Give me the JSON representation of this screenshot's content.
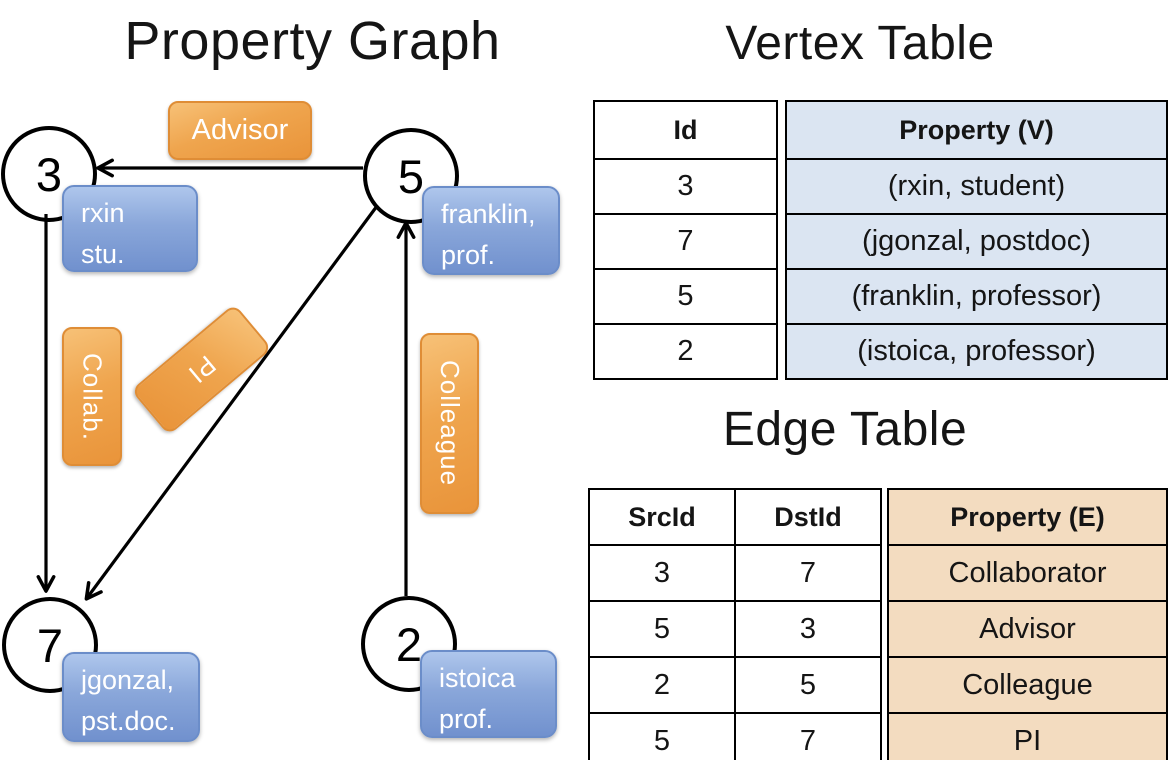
{
  "titles": {
    "graph": "Property Graph",
    "vertex_table": "Vertex Table",
    "edge_table": "Edge Table"
  },
  "colors": {
    "edge_label_orange": "#ED9C40",
    "vertex_label_blue": "#7B9CD6",
    "vertex_property_cell_bg": "#DBE5F2",
    "edge_property_cell_bg": "#F3DCC0",
    "line_black": "#000000"
  },
  "graph": {
    "nodes": [
      {
        "id": "3",
        "property_lines": [
          "rxin",
          "stu."
        ]
      },
      {
        "id": "5",
        "property_lines": [
          "franklin,",
          "prof."
        ]
      },
      {
        "id": "7",
        "property_lines": [
          "jgonzal,",
          "pst.doc."
        ]
      },
      {
        "id": "2",
        "property_lines": [
          "istoica",
          "prof."
        ]
      }
    ],
    "edges": [
      {
        "label": "Advisor",
        "from": "5",
        "to": "3"
      },
      {
        "label": "Collab.",
        "from": "3",
        "to": "7"
      },
      {
        "label": "PI",
        "from": "5",
        "to": "7"
      },
      {
        "label": "Colleague",
        "from": "2",
        "to": "5"
      }
    ]
  },
  "vertex_table": {
    "headers": {
      "id": "Id",
      "property": "Property (V)"
    },
    "rows": [
      {
        "id": "3",
        "property": "(rxin, student)"
      },
      {
        "id": "7",
        "property": "(jgonzal, postdoc)"
      },
      {
        "id": "5",
        "property": "(franklin, professor)"
      },
      {
        "id": "2",
        "property": "(istoica, professor)"
      }
    ]
  },
  "edge_table": {
    "headers": {
      "src": "SrcId",
      "dst": "DstId",
      "property": "Property (E)"
    },
    "rows": [
      {
        "src": "3",
        "dst": "7",
        "property": "Collaborator"
      },
      {
        "src": "5",
        "dst": "3",
        "property": "Advisor"
      },
      {
        "src": "2",
        "dst": "5",
        "property": "Colleague"
      },
      {
        "src": "5",
        "dst": "7",
        "property": "PI"
      }
    ]
  }
}
